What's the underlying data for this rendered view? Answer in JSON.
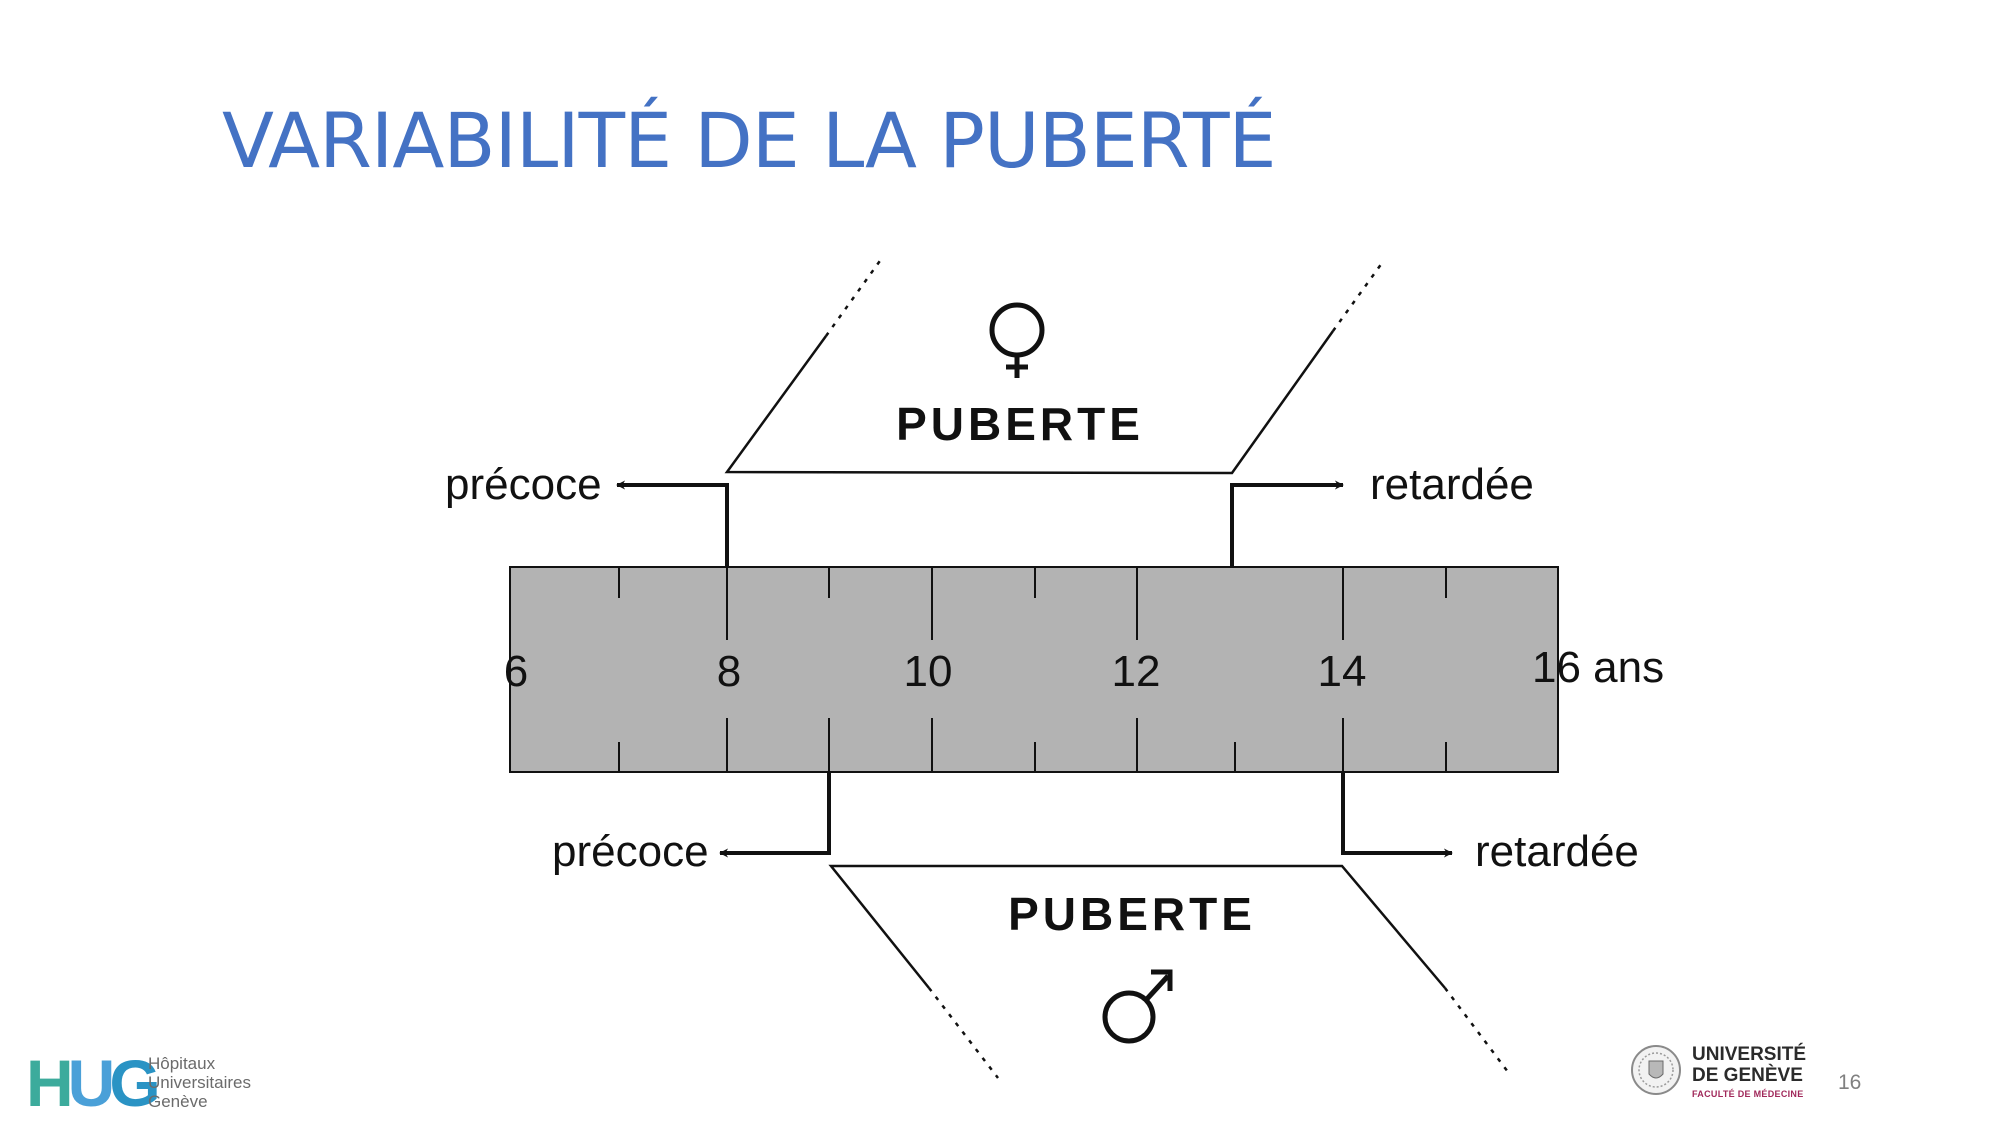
{
  "slide": {
    "title": "VARIABILITÉ DE LA PUBERTÉ",
    "page_number": "16"
  },
  "diagram": {
    "scale": {
      "ticks": [
        "6",
        "8",
        "10",
        "12",
        "14",
        "16 ans"
      ],
      "fill_color": "#b3b3b3"
    },
    "female": {
      "symbol": "female-symbol-icon",
      "label": "PUBERTE",
      "early": "précoce",
      "late": "retardée"
    },
    "male": {
      "symbol": "male-symbol-icon",
      "label": "PUBERTE",
      "early": "précoce",
      "late": "retardée"
    }
  },
  "footer": {
    "hug_logo": {
      "mark": "HUG",
      "line1": "Hôpitaux",
      "line2": "Universitaires",
      "line3": "Genève",
      "colors": [
        "#3cab9c",
        "#4aa0d8",
        "#2a93c4"
      ]
    },
    "unige_logo": {
      "line1": "UNIVERSITÉ",
      "line2": "DE GENÈVE",
      "line3": "FACULTÉ DE MÉDECINE"
    }
  }
}
